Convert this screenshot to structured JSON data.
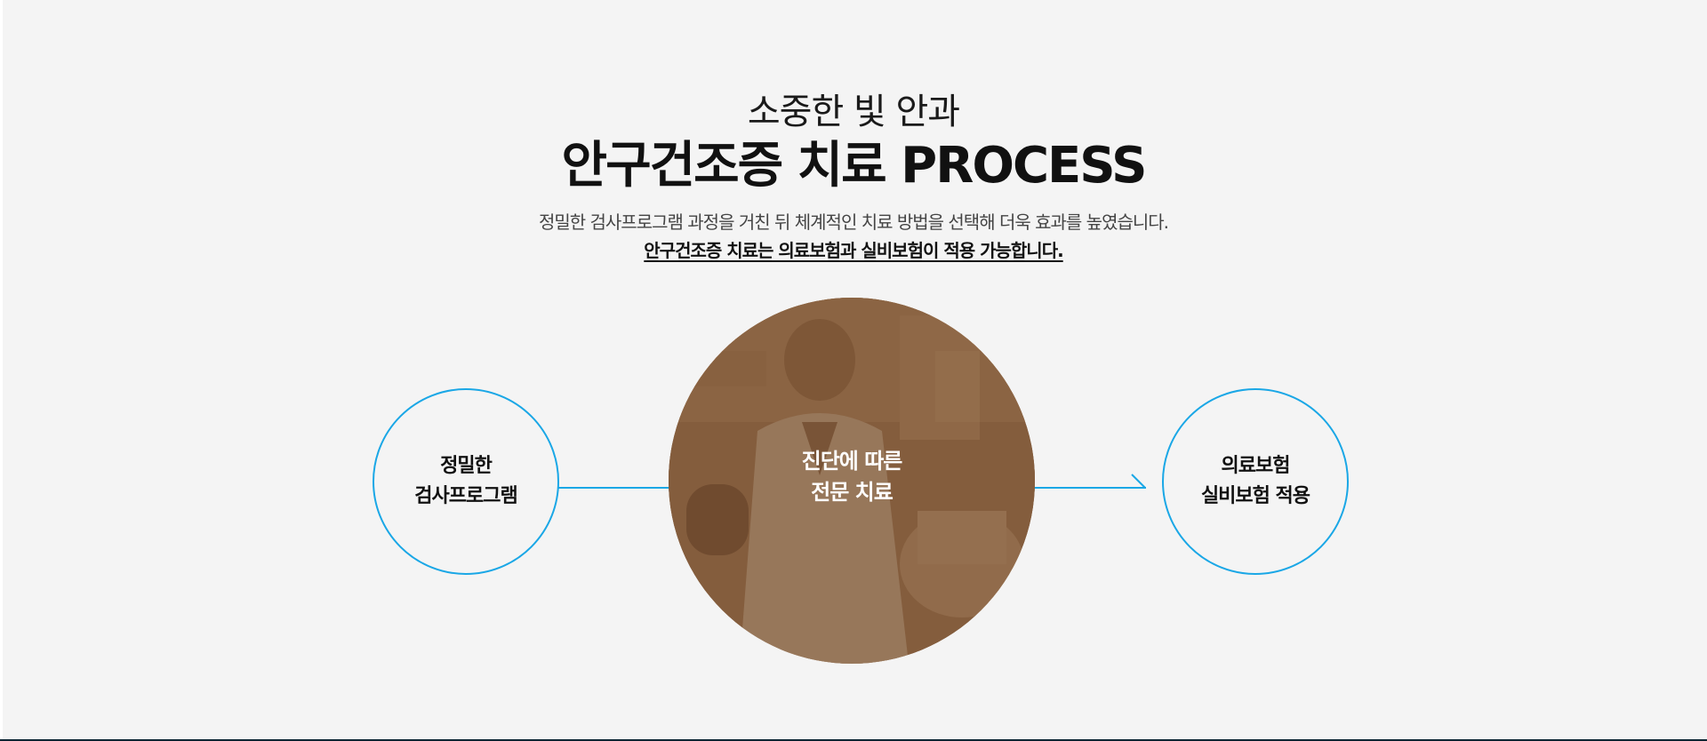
{
  "header": {
    "subtitle": "소중한 빛 안과",
    "title": "안구건조증 치료 PROCESS"
  },
  "description": {
    "line1": "정밀한 검사프로그램 과정을 거친 뒤 체계적인 치료 방법을 선택해 더욱 효과를 높였습니다.",
    "line2": "안구건조증 치료는 의료보험과 실비보험이 적용 가능합니다."
  },
  "process": {
    "step1": "정밀한\n검사프로그램",
    "step2": "진단에 따른\n전문 치료",
    "step3": "의료보험\n실비보험 적용"
  },
  "colors": {
    "accent": "#1aa7e6",
    "center_overlay": "#785232",
    "background": "#f4f4f4"
  },
  "icons": {
    "arrow1": "arrow-right-icon",
    "arrow2": "arrow-right-icon"
  }
}
